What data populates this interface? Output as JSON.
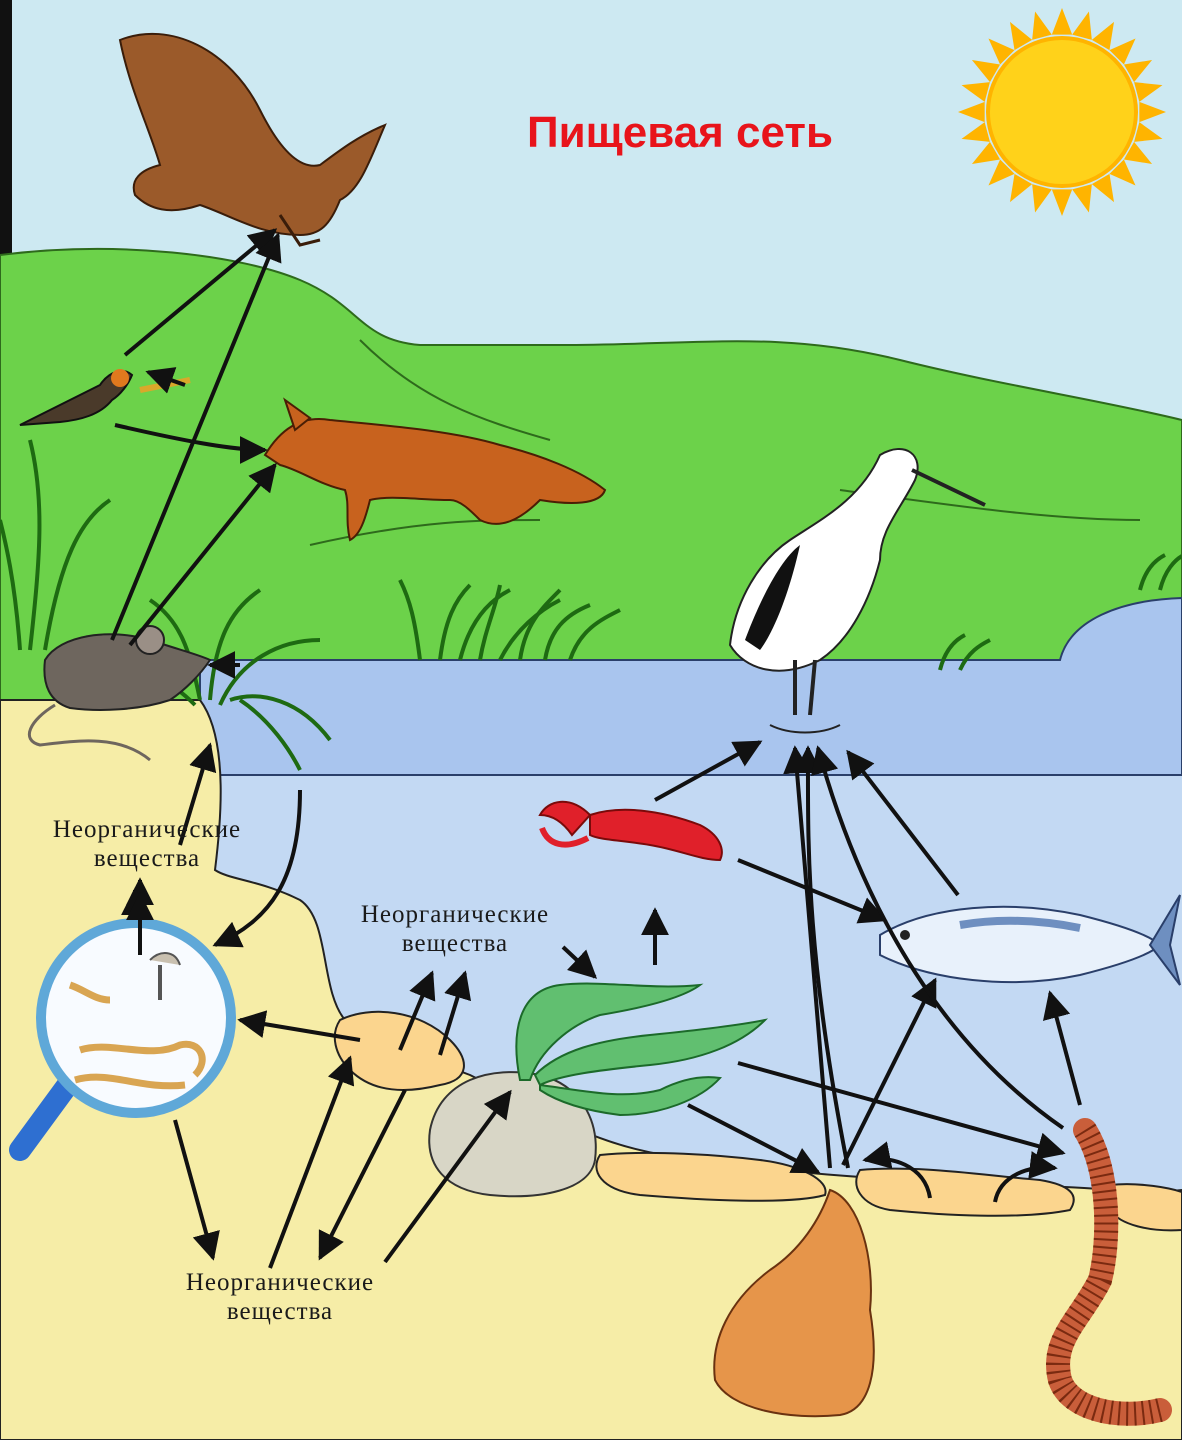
{
  "title": "Пищевая сеть",
  "labels": {
    "inorganic_line1": "Неорганические",
    "inorganic_line2": "вещества"
  },
  "colors": {
    "title": "#e8141b",
    "sky": "#cde9f2",
    "grass": "#6cd24a",
    "water_surface": "#a9c5ee",
    "water_deep": "#c3d9f3",
    "sand": "#f6eda7",
    "sediment": "#fbd58e",
    "arrow": "#111111",
    "sun": "#ffd21a"
  },
  "organisms": [
    "eagle-icon",
    "bird-icon",
    "fox-icon",
    "mouse-icon",
    "grass-icon",
    "heron-icon",
    "crayfish-icon",
    "fish-icon",
    "algae-icon",
    "clam-icon",
    "worm-icon",
    "decomposers-magnifier-icon",
    "sun-icon"
  ]
}
